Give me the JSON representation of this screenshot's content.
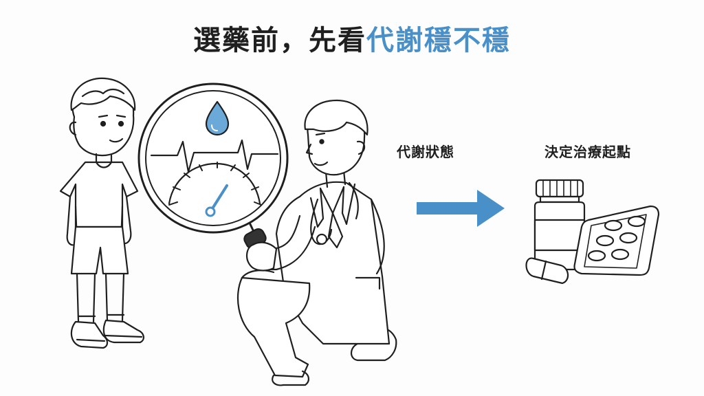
{
  "title": {
    "prefix": "選藥前，先看",
    "highlight": "代謝穩不穩"
  },
  "labels": {
    "metabolic_state": "代謝狀態",
    "treatment_start": "決定治療起點"
  },
  "colors": {
    "accent": "#4a90c8",
    "ink": "#1f1f1f",
    "background": "#fdfdfd"
  },
  "icons": {
    "drop": "water-drop-icon",
    "heartbeat": "heartbeat-line-icon",
    "gauge": "gauge-meter-icon",
    "arrow": "arrow-right-icon",
    "pill_bottle": "pill-bottle-icon",
    "blister": "pill-blister-pack-icon",
    "capsule": "capsule-icon"
  }
}
